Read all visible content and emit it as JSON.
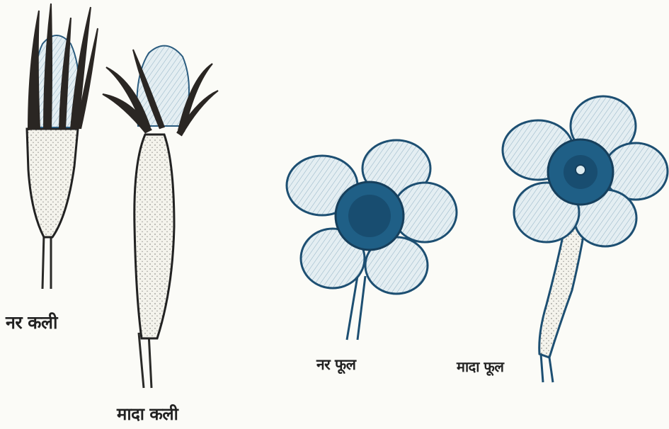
{
  "labels": {
    "male_bud": "नर कली",
    "female_bud": "मादा कली",
    "male_flower": "नर फूल",
    "female_flower": "मादा फूल"
  },
  "colors": {
    "ink": "#17355c",
    "ink_dark": "#221f1c",
    "petal_fill": "#dcebf0",
    "center_fill": "#1f5f86",
    "paper": "#fbfbf7"
  }
}
